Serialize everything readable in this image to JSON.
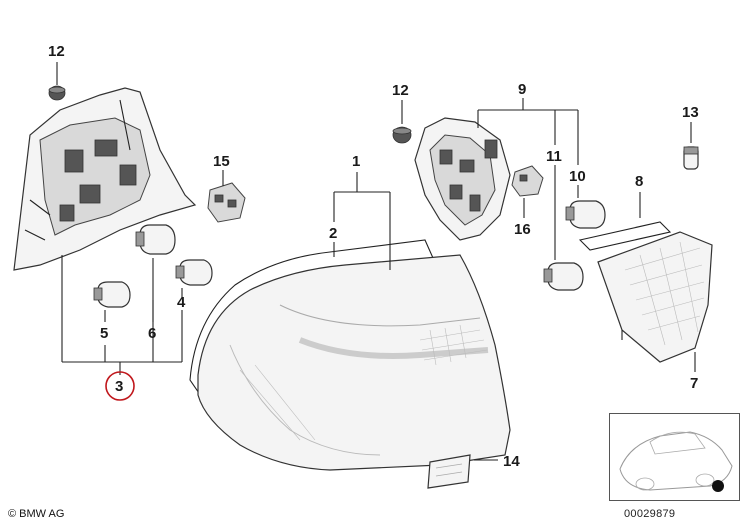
{
  "callouts": {
    "c1": "1",
    "c2": "2",
    "c3": "3",
    "c4": "4",
    "c5": "5",
    "c6": "6",
    "c7": "7",
    "c8": "8",
    "c9": "9",
    "c10": "10",
    "c11": "11",
    "c12a": "12",
    "c12b": "12",
    "c13": "13",
    "c14": "14",
    "c15": "15",
    "c16": "16"
  },
  "highlighted_callout": "3",
  "highlight_color": "#c0171c",
  "footer": {
    "copyright": "© BMW AG",
    "diagram_number": "00029879"
  },
  "icons": {
    "inset": "car-location-icon"
  }
}
